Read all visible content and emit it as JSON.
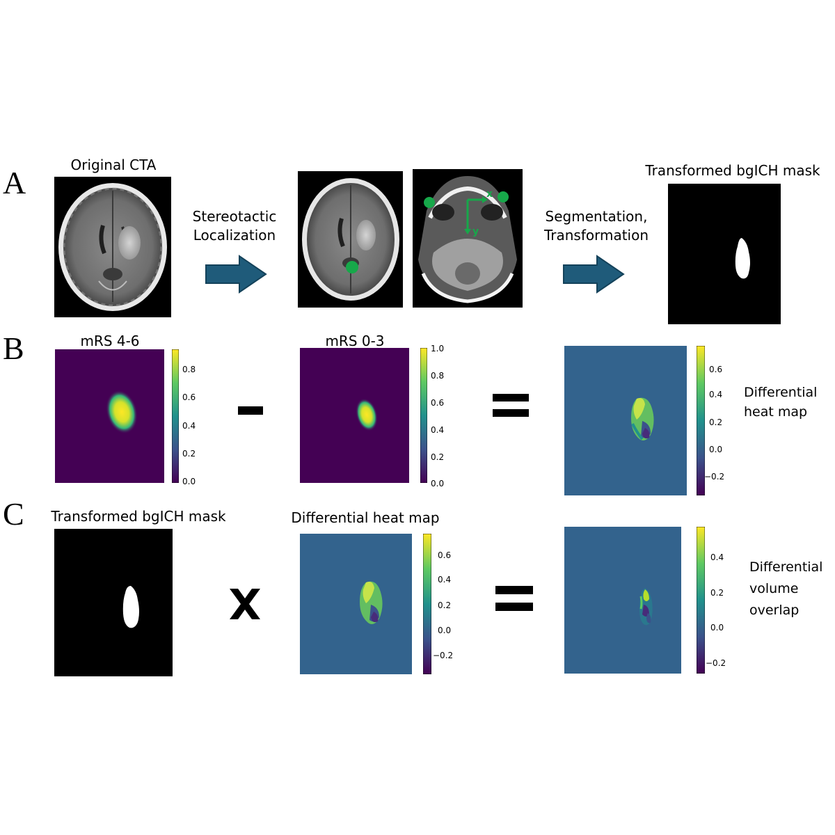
{
  "panels": {
    "a": {
      "letter": "A",
      "original_title": "Original CTA",
      "step1_line1": "Stereotactic",
      "step1_line2": "Localization",
      "axis_x": "x",
      "axis_y": "y",
      "step2_line1": "Segmentation,",
      "step2_line2": "Transformation",
      "mask_title": "Transformed bgICH mask"
    },
    "b": {
      "letter": "B",
      "left_title": "mRS 4-6",
      "mid_title": "mRS 0-3",
      "minus": "-",
      "equals": "=",
      "right_line1": "Differential",
      "right_line2": "heat map",
      "left_ticks": [
        "0.8",
        "0.6",
        "0.4",
        "0.2",
        "0.0"
      ],
      "mid_ticks": [
        "1.0",
        "0.8",
        "0.6",
        "0.4",
        "0.2",
        "0.0"
      ],
      "right_ticks": [
        "0.6",
        "0.4",
        "0.2",
        "0.0",
        "−0.2"
      ]
    },
    "c": {
      "letter": "C",
      "left_title": "Transformed bgICH mask",
      "mid_title": "Differential heat map",
      "times": "x",
      "equals": "=",
      "right_line1": "Differential",
      "right_line2": "volume",
      "right_line3": "overlap",
      "mid_ticks": [
        "0.6",
        "0.4",
        "0.2",
        "0.0",
        "−0.2"
      ],
      "right_ticks": [
        "0.4",
        "0.2",
        "0.0",
        "−0.2"
      ]
    }
  },
  "colors": {
    "arrow": "#1f5b7a",
    "arrow_border": "#14425a",
    "landmark": "#17a84a",
    "viridis_low": "#440154",
    "viridis_mid": "#33638d",
    "viridis_high": "#fde725"
  }
}
